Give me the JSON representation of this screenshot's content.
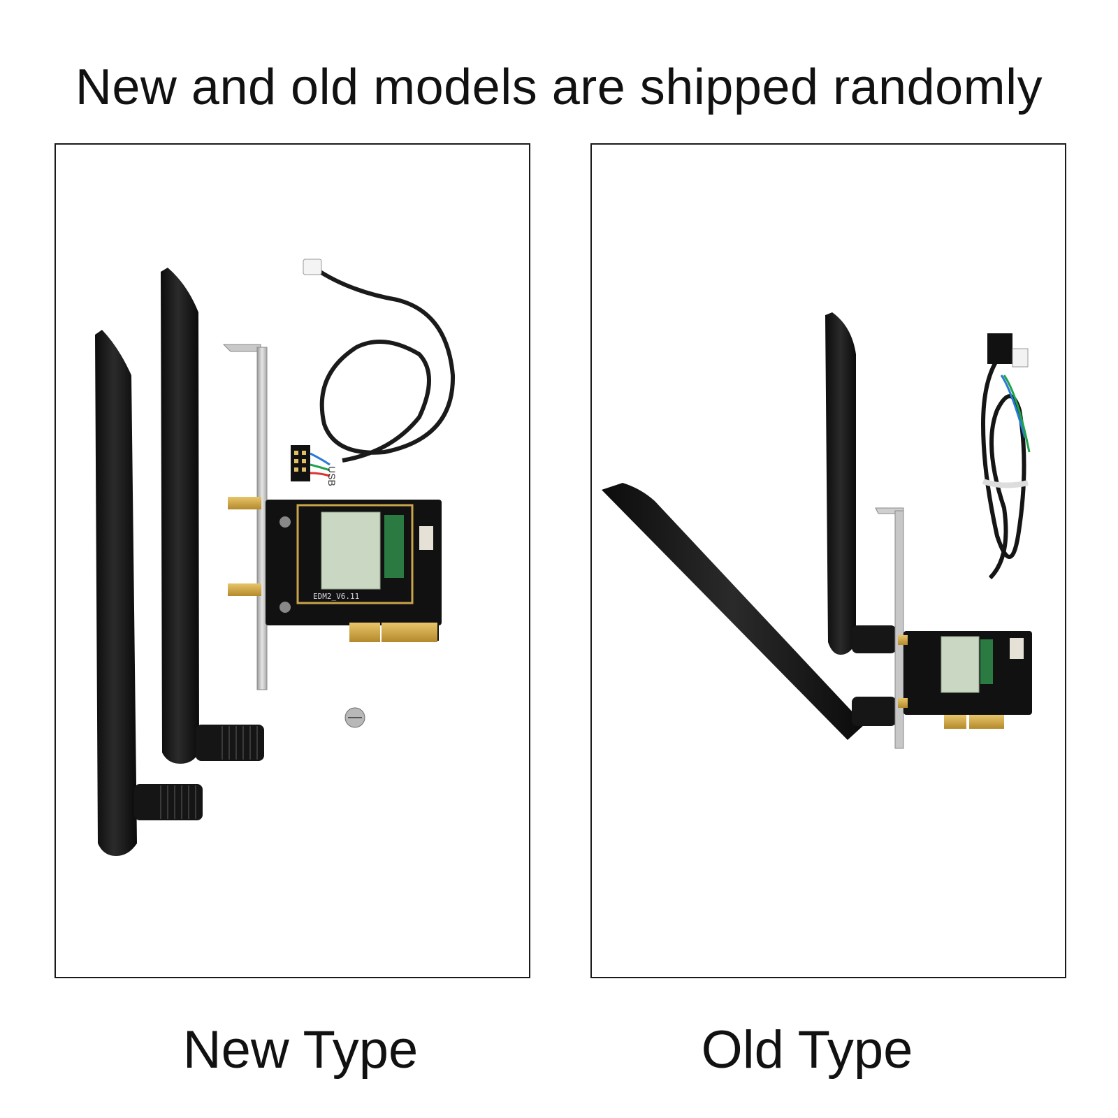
{
  "headline": "New and old models are shipped randomly",
  "panels": [
    {
      "caption": "New Type",
      "board_label": "EDM2_V6.11",
      "cable_label": "USB"
    },
    {
      "caption": "Old Type"
    }
  ]
}
